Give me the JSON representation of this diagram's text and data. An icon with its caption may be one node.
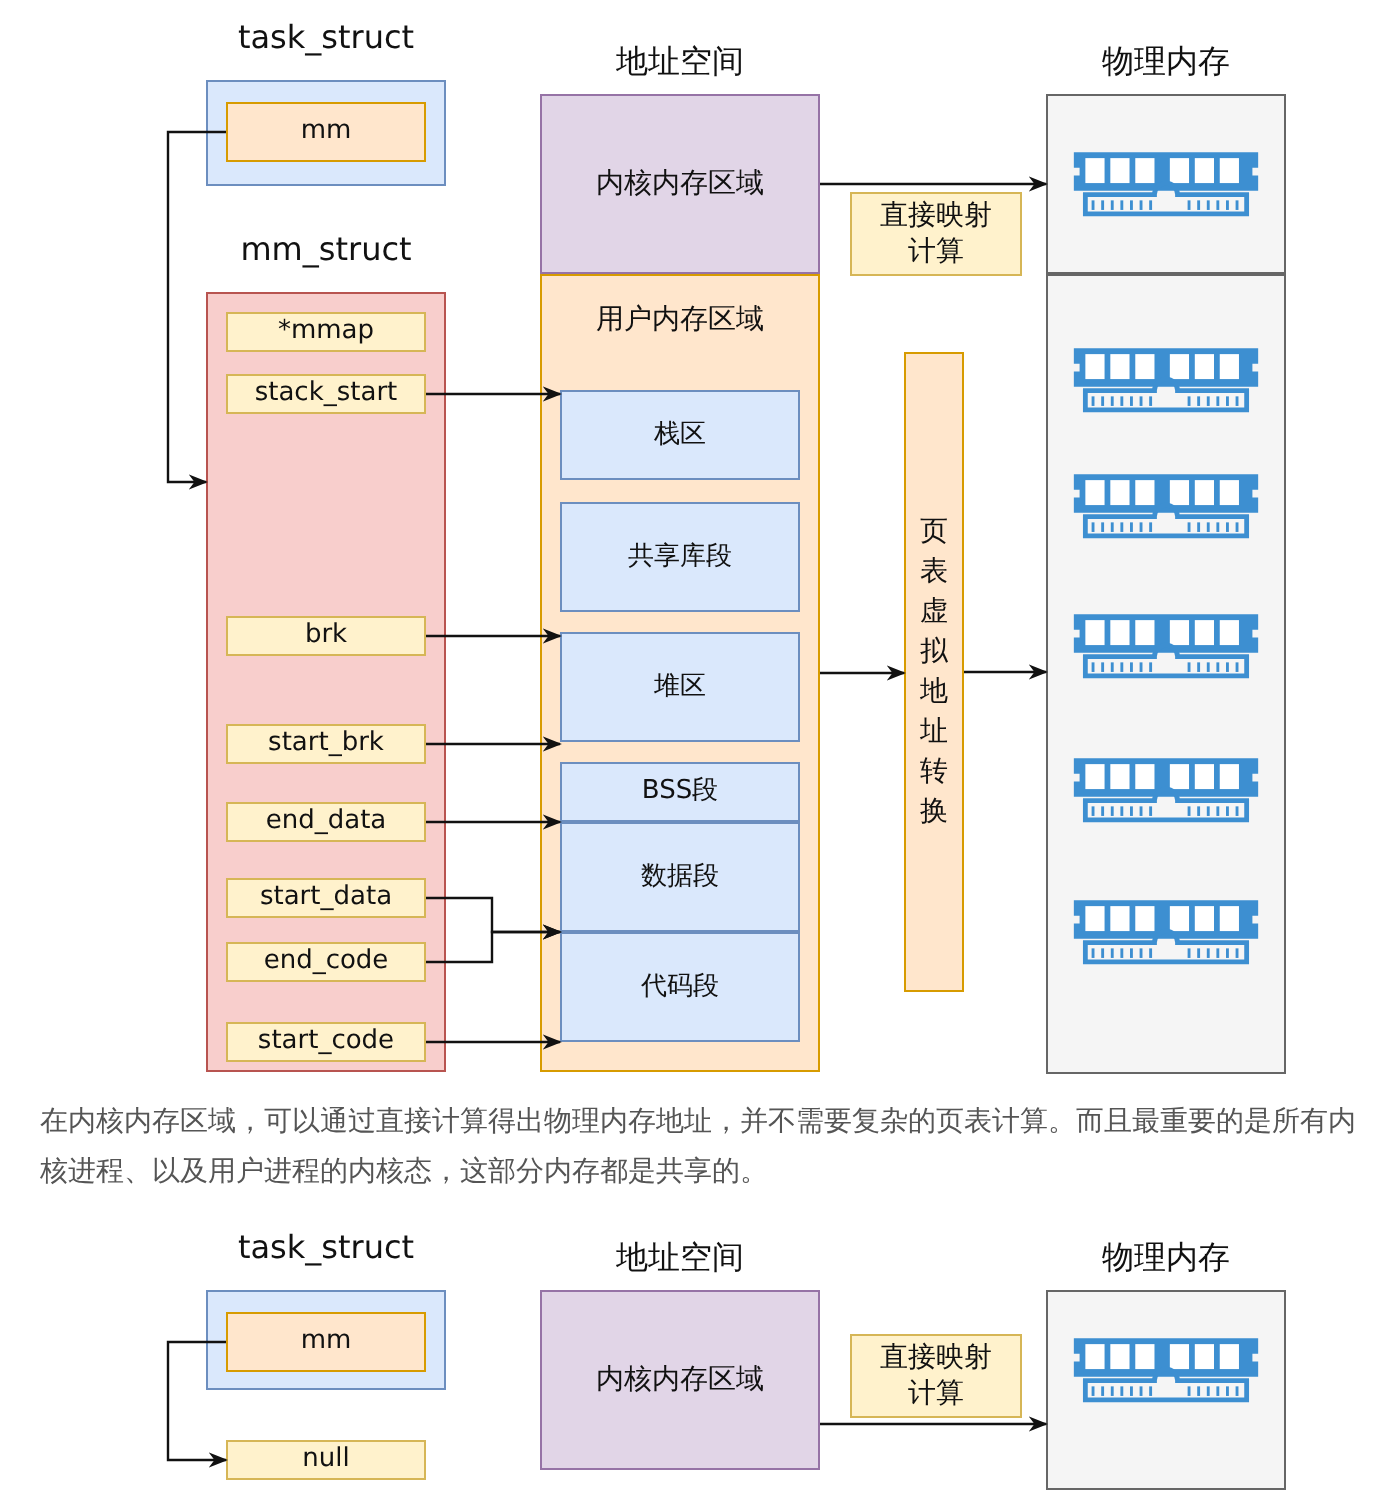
{
  "diagram": {
    "nodes": [
      {
        "text": [
          "task_struct"
        ]
      },
      {
        "text": [
          "mm"
        ],
        "in": 0
      },
      {
        "text": [
          "mm_struct"
        ]
      },
      {
        "text": [
          "*mmap"
        ],
        "in": 2
      },
      {
        "text": [
          "stack_start"
        ],
        "in": 2
      },
      {
        "text": [
          "brk"
        ],
        "in": 2
      },
      {
        "text": [
          "start_brk"
        ],
        "in": 2
      },
      {
        "text": [
          "end_data"
        ],
        "in": 2
      },
      {
        "text": [
          "start_data"
        ],
        "in": 2
      },
      {
        "text": [
          "end_code"
        ],
        "in": 2
      },
      {
        "text": [
          "start_code"
        ],
        "in": 2
      },
      {
        "text": [
          "内核内存区域"
        ],
        "beside": [
          "地址空间"
        ]
      },
      {
        "text": [
          "用户内存区域"
        ]
      },
      {
        "text": [
          "栈区"
        ],
        "in": 12
      },
      {
        "text": [
          "共享库段"
        ],
        "in": 12
      },
      {
        "text": [
          "堆区"
        ],
        "in": 12
      },
      {
        "text": [
          "BSS段"
        ],
        "in": 12
      },
      {
        "text": [
          "数据段"
        ],
        "in": 12
      },
      {
        "text": [
          "代码段"
        ],
        "in": 12
      },
      {
        "text": [
          "直接映射计算"
        ]
      },
      {
        "text": [
          "页表虚拟地址转换"
        ]
      },
      {
        "text": [],
        "shape": "box",
        "beside": [
          "物理内存"
        ]
      },
      {
        "text": [],
        "shape": "box"
      },
      {
        "text": [
          "task_struct"
        ]
      },
      {
        "text": [
          "mm"
        ],
        "in": 23
      },
      {
        "text": [
          "null"
        ]
      },
      {
        "text": [
          "内核内存区域"
        ],
        "beside": [
          "地址空间"
        ]
      },
      {
        "text": [
          "直接映射计算"
        ]
      },
      {
        "text": [],
        "shape": "box",
        "beside": [
          "物理内存"
        ]
      }
    ],
    "edges": [
      {
        "from": 1,
        "to": 2,
        "arrow": "to"
      },
      {
        "from": 4,
        "to": 13,
        "arrow": "to"
      },
      {
        "from": 5,
        "to": 15,
        "arrow": "to"
      },
      {
        "from": 6,
        "to": 15,
        "arrow": "to"
      },
      {
        "from": 7,
        "to": 17,
        "arrow": "to"
      },
      {
        "from": 8,
        "to": 18,
        "arrow": "to"
      },
      {
        "from": 9,
        "to": 18,
        "arrow": "to"
      },
      {
        "from": 10,
        "to": 18,
        "arrow": "to"
      },
      {
        "from": 11,
        "to": 21,
        "arrow": "to"
      },
      {
        "from": 12,
        "to": 20,
        "arrow": "to"
      },
      {
        "from": 20,
        "to": 22,
        "arrow": "to"
      },
      {
        "from": 24,
        "to": 25,
        "arrow": "to"
      },
      {
        "from": 26,
        "to": 28,
        "arrow": "to"
      }
    ],
    "labels": [
      "在内核内存区域，可以通过直接计算得出物理内存地址，并不需要复杂的页表计算。而且最重要的是所有内核进程、以及用户进程的内核态，这部分内存都是共享的。"
    ]
  }
}
